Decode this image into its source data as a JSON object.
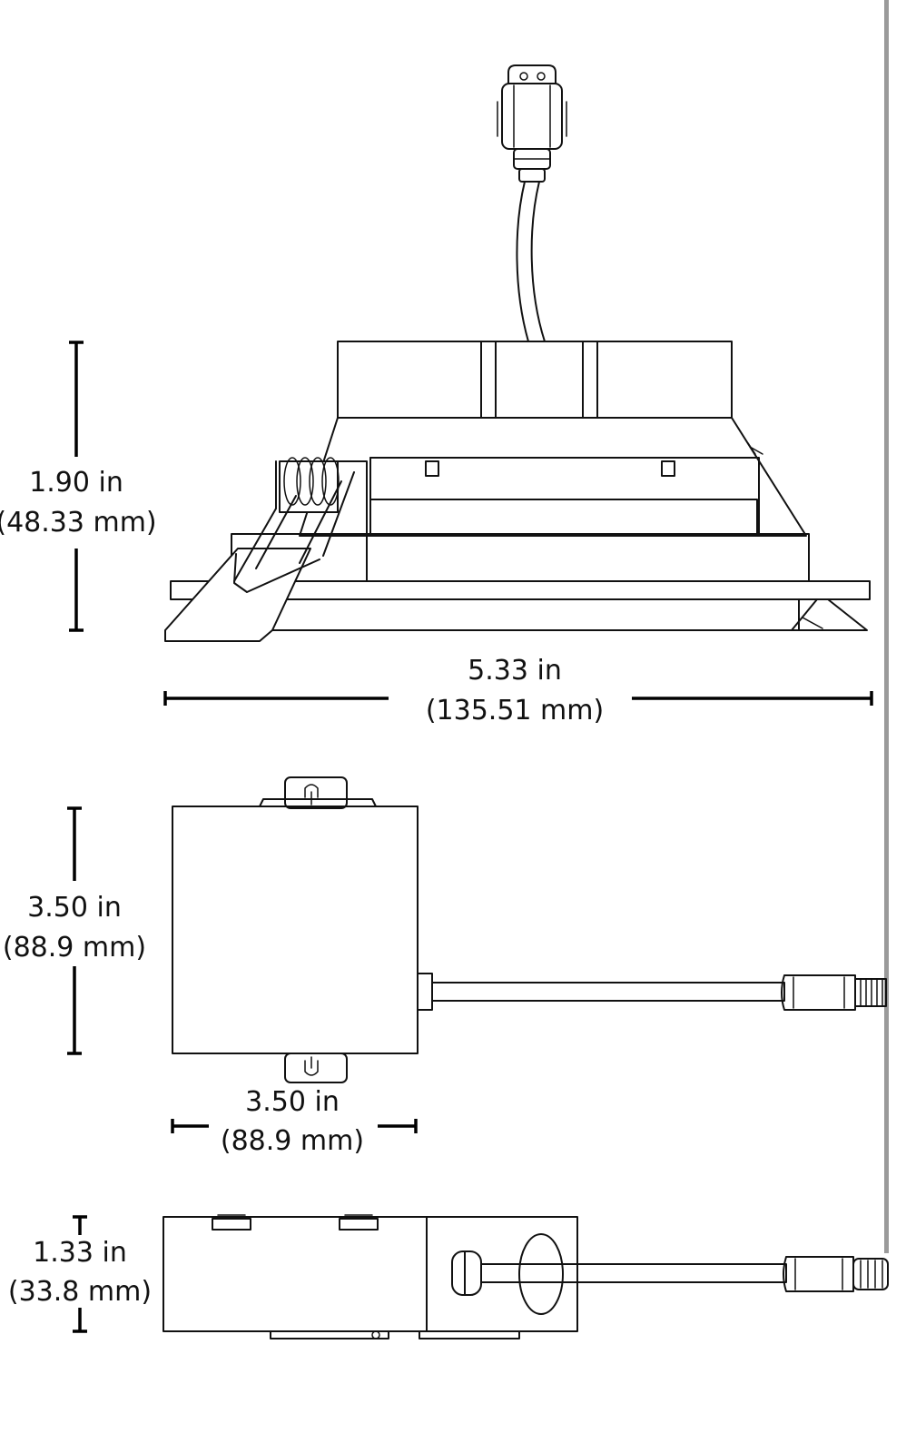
{
  "dimensions": {
    "fixture_height": {
      "imperial": "1.90 in",
      "metric": "(48.33 mm)"
    },
    "fixture_width": {
      "imperial": "5.33 in",
      "metric": "(135.51 mm)"
    },
    "box_height": {
      "imperial": "3.50 in",
      "metric": "(88.9 mm)"
    },
    "box_width": {
      "imperial": "3.50 in",
      "metric": "(88.9 mm)"
    },
    "box_depth": {
      "imperial": "1.33 in",
      "metric": "(33.8 mm)"
    }
  },
  "colors": {
    "line": "#111111",
    "background": "#ffffff",
    "edge_bar": "#9a9a9a"
  }
}
